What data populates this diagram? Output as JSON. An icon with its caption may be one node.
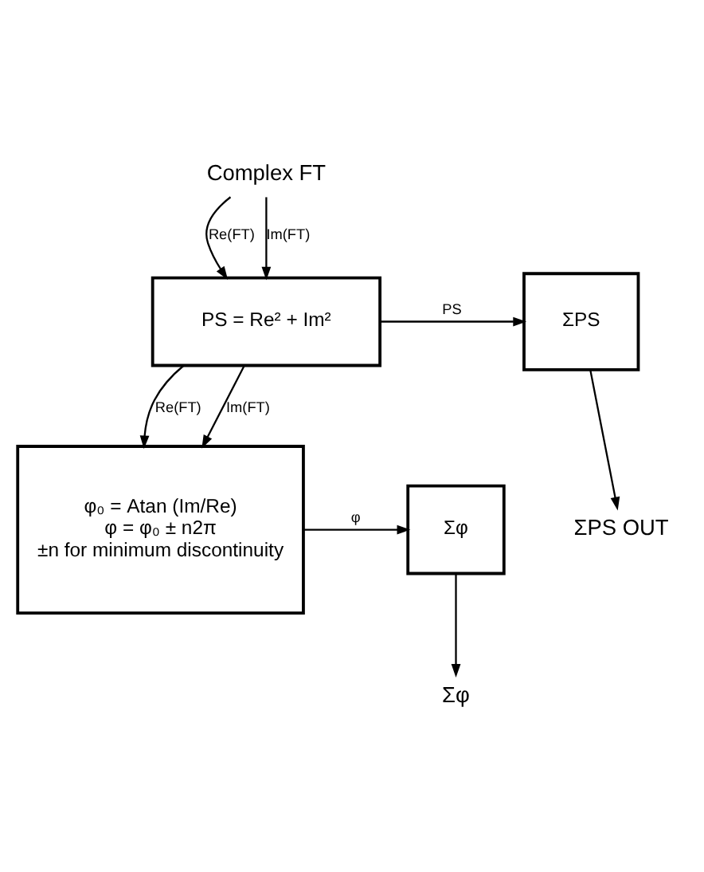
{
  "diagram": {
    "nodes": [
      {
        "text": [
          "Complex FT"
        ]
      },
      {
        "text": [
          "PS = Re² + Im²"
        ]
      },
      {
        "text": [
          "ΣPS"
        ]
      },
      {
        "text": [
          "ΣPS OUT"
        ]
      },
      {
        "text": [
          "φ₀ = Atan (Im/Re)",
          "φ = φ₀ ± n2π",
          "±n for minimum discontinuity"
        ]
      },
      {
        "text": [
          "Σφ"
        ]
      },
      {
        "text": [
          "Σφ"
        ]
      }
    ],
    "edges": [
      {
        "from": 0,
        "to": 1,
        "arrow": "to",
        "label": "Re(FT)"
      },
      {
        "from": 0,
        "to": 1,
        "arrow": "to",
        "label": "Im(FT)"
      },
      {
        "from": 1,
        "to": 2,
        "arrow": "to",
        "label": "PS"
      },
      {
        "from": 2,
        "to": 3,
        "arrow": "to"
      },
      {
        "from": 1,
        "to": 4,
        "arrow": "to",
        "label": "Re(FT)"
      },
      {
        "from": 1,
        "to": 4,
        "arrow": "to",
        "label": "Im(FT)"
      },
      {
        "from": 4,
        "to": 5,
        "arrow": "to",
        "label": "φ"
      },
      {
        "from": 5,
        "to": 6,
        "arrow": "to"
      }
    ]
  }
}
